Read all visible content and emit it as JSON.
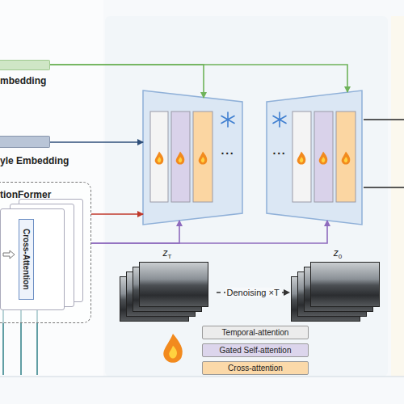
{
  "diagram": {
    "nodes": [
      {
        "text": [
          "mbedding"
        ]
      },
      {
        "text": [
          "yle Embedding"
        ]
      },
      {
        "text": [
          "tionFormer"
        ]
      },
      {
        "text": [
          "Cross-Attention"
        ],
        "in": 2
      },
      {
        "text": [
          "···"
        ]
      },
      {
        "text": [
          "···"
        ]
      },
      {
        "text": [
          "z",
          "T"
        ]
      },
      {
        "text": [
          "z",
          "0"
        ]
      }
    ],
    "edges": [
      {
        "from": 0,
        "to": 4,
        "arrow": "to"
      },
      {
        "from": 0,
        "to": 5,
        "arrow": "to"
      },
      {
        "from": 1,
        "to": 4,
        "arrow": "to"
      },
      {
        "from": 2,
        "to": 4,
        "arrow": "to"
      },
      {
        "from": 2,
        "to": 4,
        "arrow": "to"
      },
      {
        "from": 2,
        "to": 5,
        "arrow": "to"
      },
      {
        "from": 6,
        "to": 7,
        "label": "Denoising ×T",
        "arrow": "to"
      }
    ],
    "legend": [
      {
        "text": "Temporal-attention",
        "color": "#ececec"
      },
      {
        "text": "Gated Self-attention",
        "color": "#dcd5ec"
      },
      {
        "text": "Cross-attention",
        "color": "#fbd9a9"
      }
    ]
  }
}
